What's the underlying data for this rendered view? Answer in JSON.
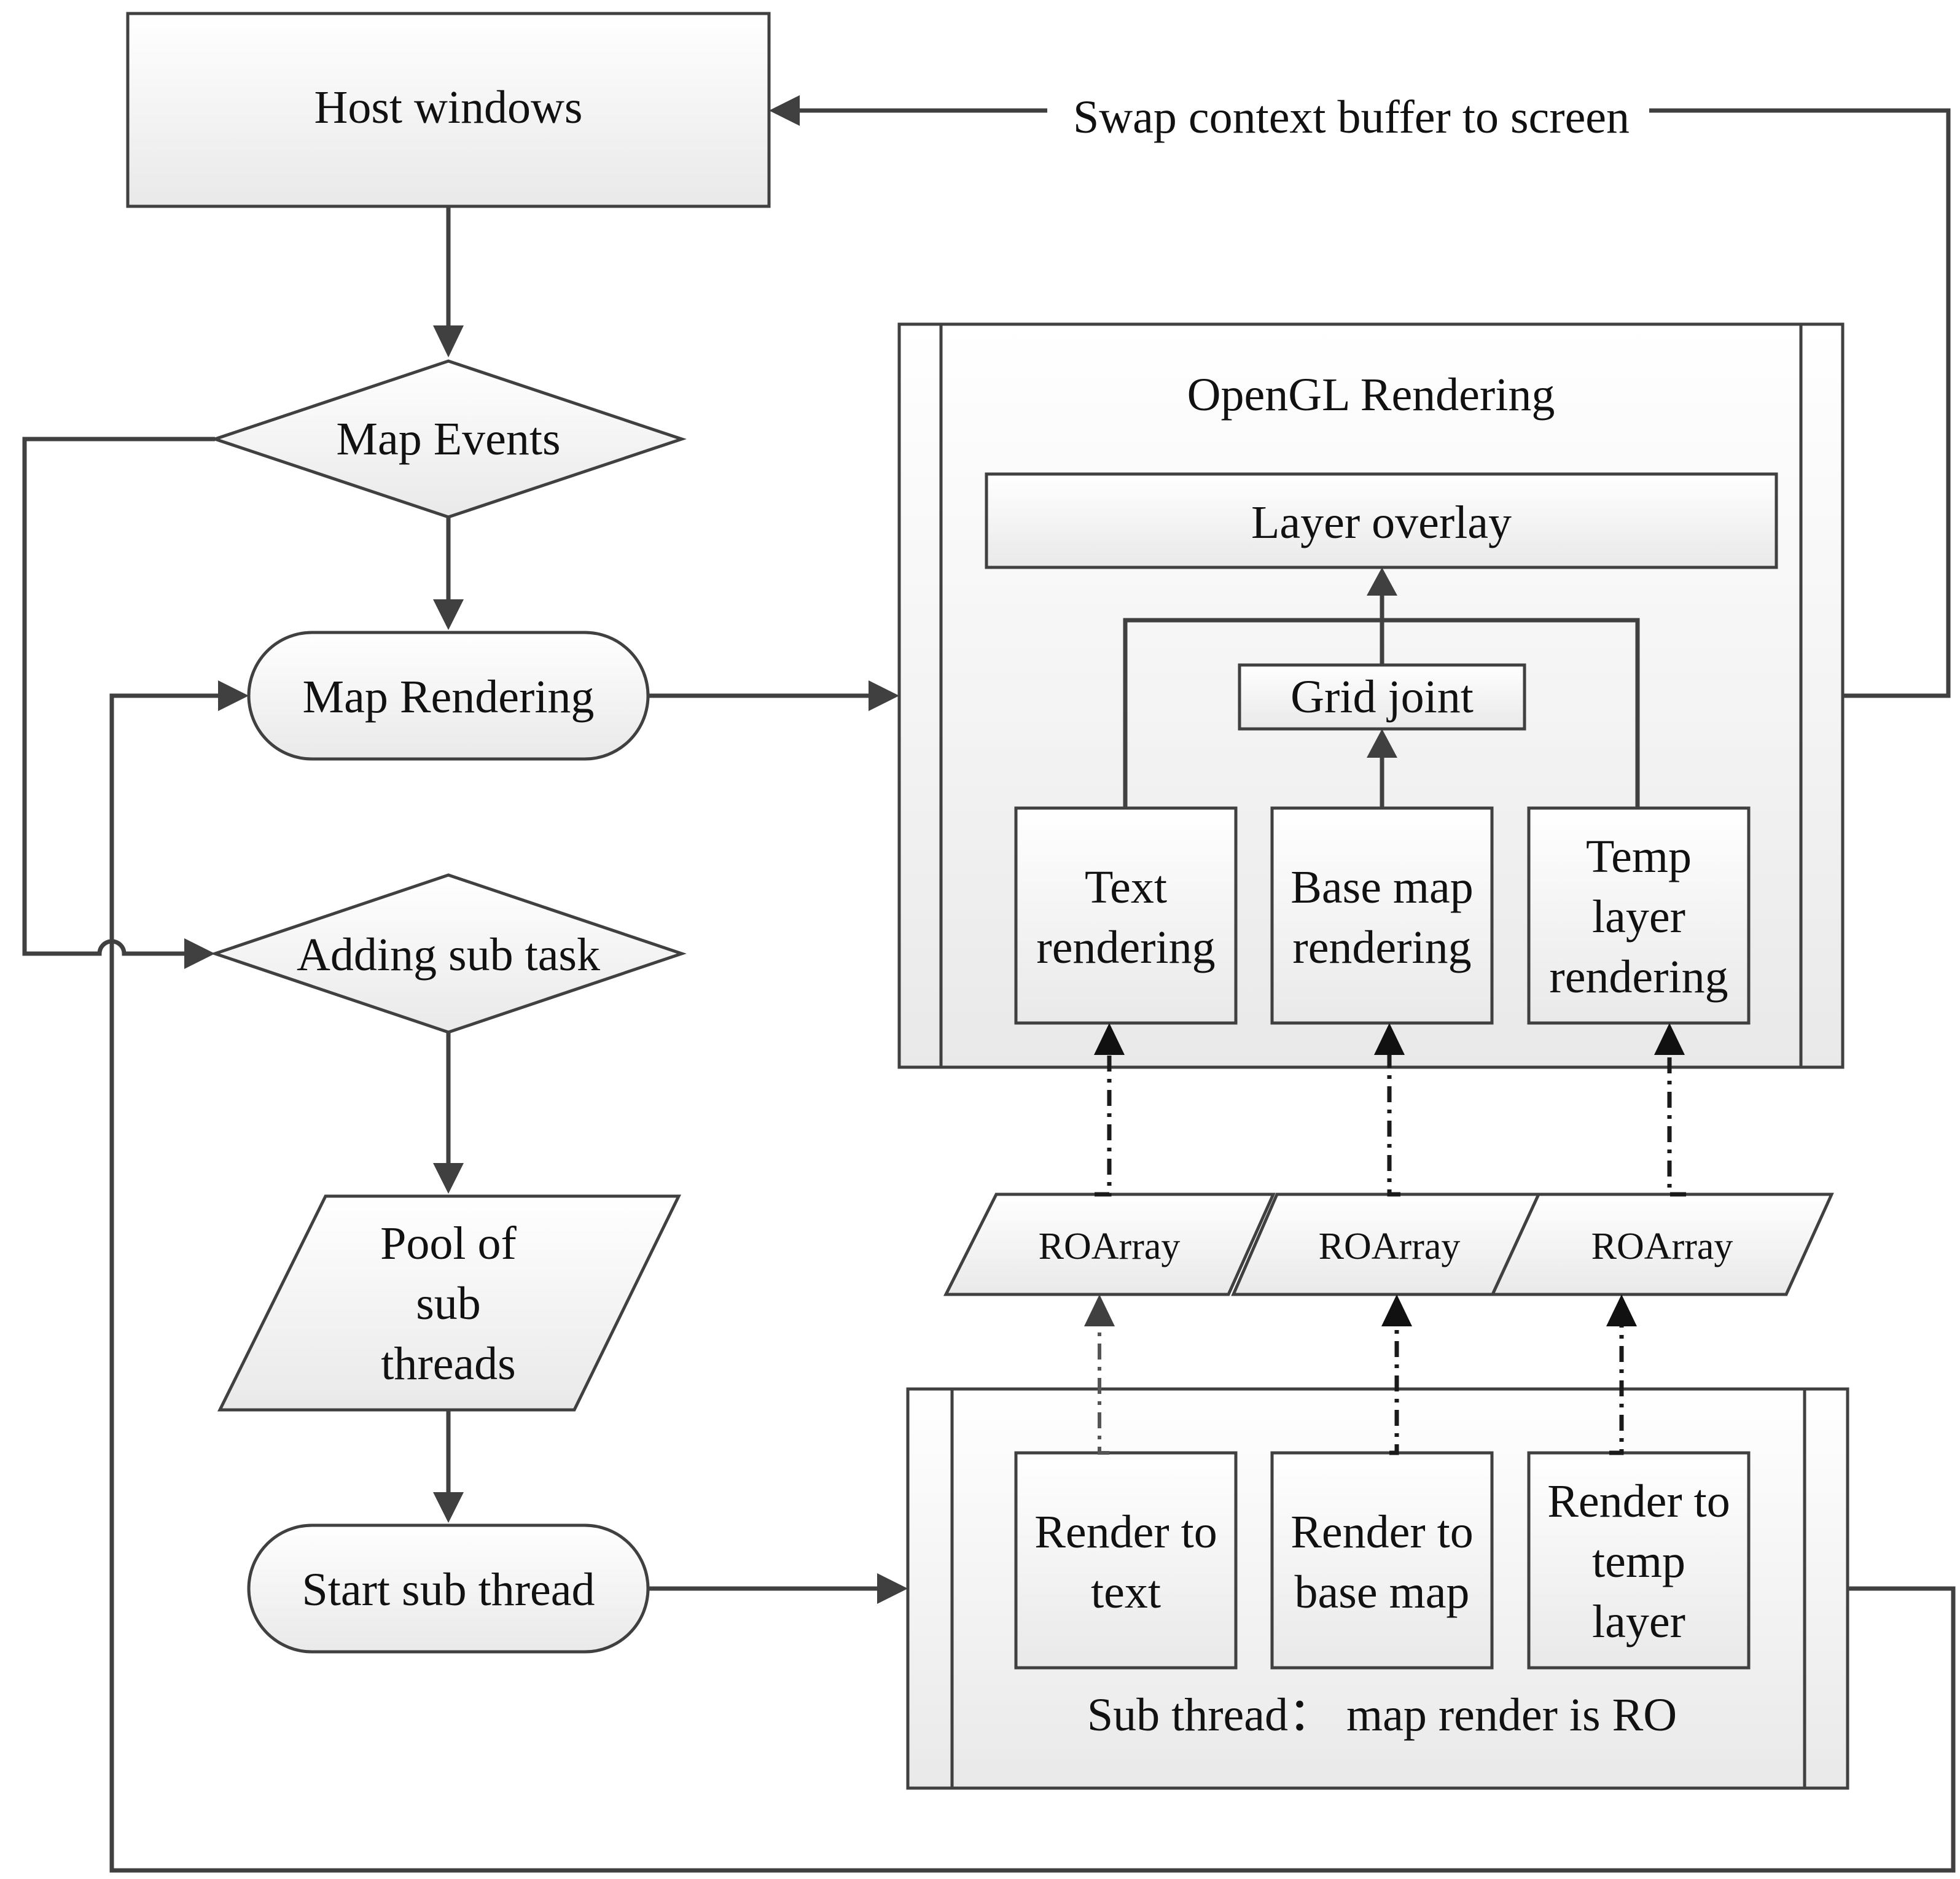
{
  "nodes": {
    "host_windows": "Host windows",
    "map_events": "Map Events",
    "map_rendering": "Map Rendering",
    "adding_sub_task": "Adding sub task",
    "pool_of_sub_threads": [
      "Pool of",
      "sub",
      "threads"
    ],
    "start_sub_thread": "Start sub thread"
  },
  "opengl": {
    "title": "OpenGL Rendering",
    "layer_overlay": "Layer overlay",
    "grid_joint": "Grid joint",
    "text_rendering": [
      "Text",
      "rendering"
    ],
    "base_map_rendering": [
      "Base map",
      "rendering"
    ],
    "temp_layer_rendering": [
      "Temp",
      "layer",
      "rendering"
    ]
  },
  "roarray": [
    "ROArray",
    "ROArray",
    "ROArray"
  ],
  "sub_thread": {
    "render_to_text": [
      "Render to",
      "text"
    ],
    "render_to_base_map": [
      "Render to",
      "base map"
    ],
    "render_to_temp_layer": [
      "Render to",
      "temp",
      "layer"
    ],
    "caption": "Sub thread：  map render is  RO"
  },
  "edge_labels": {
    "swap": "Swap context buffer to screen"
  }
}
